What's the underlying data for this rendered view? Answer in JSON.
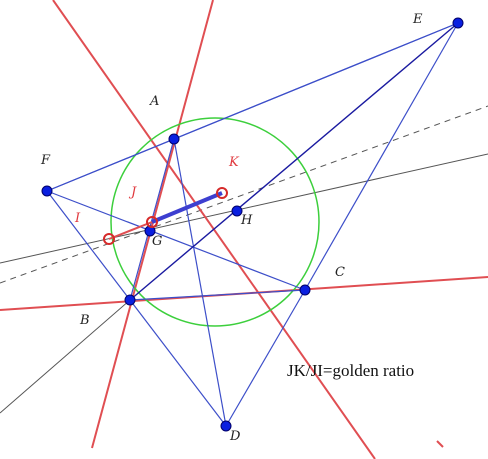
{
  "figure": {
    "caption": "JK/JI=golden ratio",
    "colors": {
      "blue_line": "#3d4fc9",
      "dark_blue_line": "#1a1aa0",
      "red_line": "#e04e52",
      "gray_line": "#555555",
      "circle": "#3ccf3c",
      "point_fill": "#0a1fe0",
      "point_stroke": "#00006a",
      "hollow_point": "#d62a2a",
      "jk_segment": "#3d3fd0"
    },
    "point_labels": {
      "A": "A",
      "B": "B",
      "C": "C",
      "D": "D",
      "E": "E",
      "F": "F",
      "G": "G",
      "H": "H",
      "I": "I",
      "J": "J",
      "K": "K"
    }
  }
}
